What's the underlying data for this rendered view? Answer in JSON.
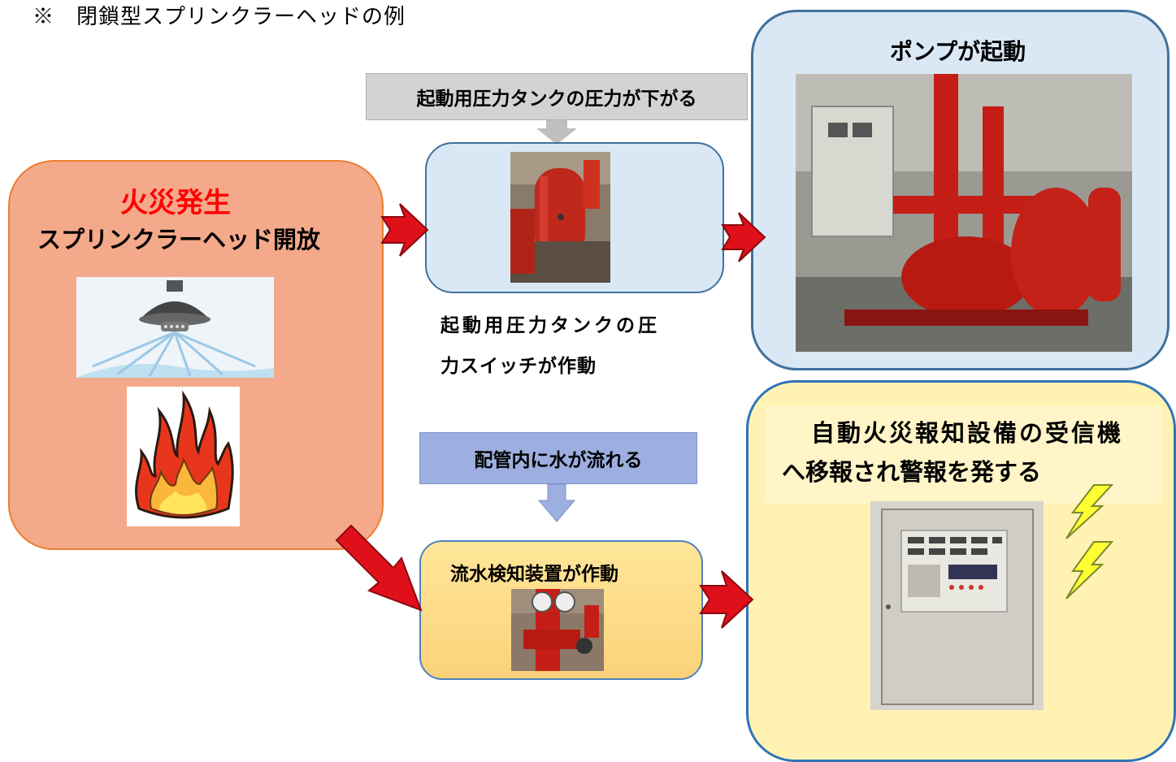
{
  "note": "※　閉鎖型スプリンクラーヘッドの例",
  "fire": {
    "title": "火災発生",
    "subtitle": "スプリンクラーヘッド開放"
  },
  "tank": {
    "callout": "起動用圧力タンクの圧力が下がる",
    "caption_line1": "起動用圧力タンクの圧",
    "caption_line2": "力スイッチが作動"
  },
  "pump": {
    "title": "ポンプが起動"
  },
  "flow": {
    "callout": "配管内に水が流れる",
    "title": "流水検知装置が作動"
  },
  "alarm": {
    "line1": "自動火災報知設備の受信機",
    "line2": "へ移報され警報を発する"
  },
  "colors": {
    "fire_fill": "#f4a98a",
    "fire_border": "#ed7d31",
    "blue_fill": "#dae8f5",
    "blue_border": "#41719c",
    "yellow_fill": "#fff2b3",
    "arrow_red": "#e0101a",
    "title_red": "#ff0000"
  }
}
